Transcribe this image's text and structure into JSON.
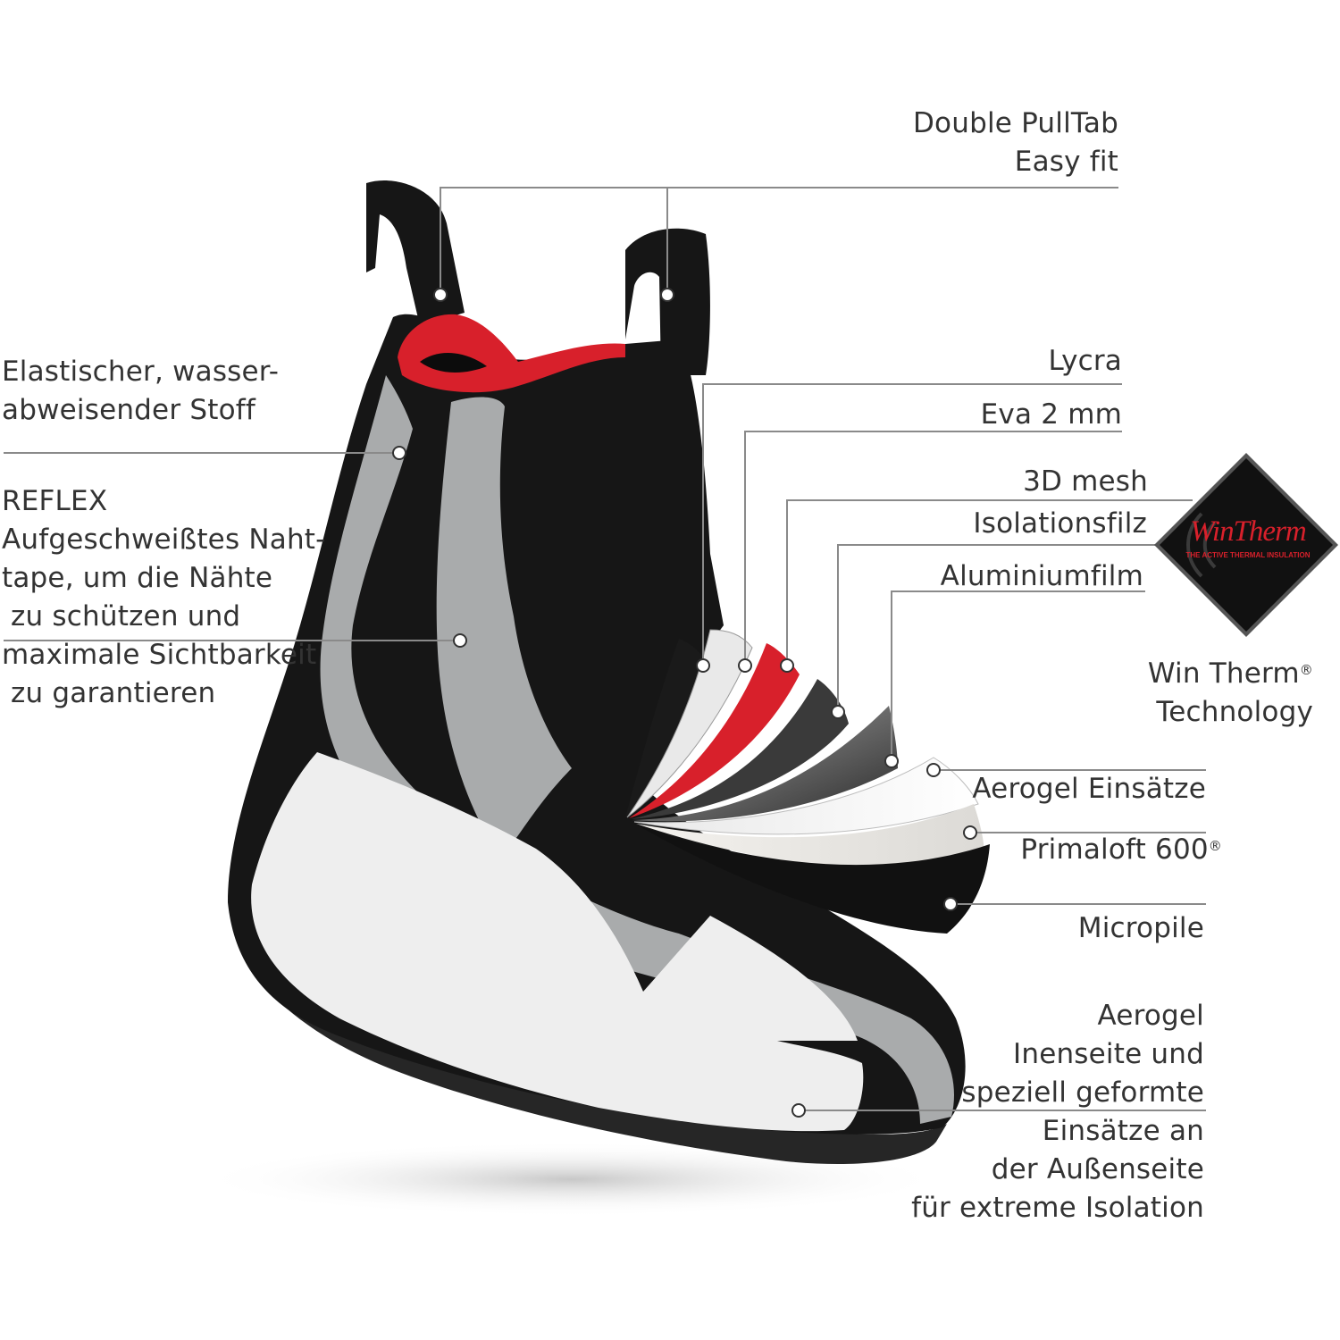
{
  "labels": {
    "pulltab": [
      "Double PullTab",
      "Easy fit"
    ],
    "elastic": [
      "Elastischer, wasser-",
      "abweisender Stoff"
    ],
    "reflex": [
      "REFLEX",
      "Aufgeschweißtes Naht-",
      "tape, um die Nähte",
      " zu schützen und",
      "maximale Sichtbarkeit",
      " zu garantieren"
    ],
    "lycra": "Lycra",
    "eva": "Eva 2 mm",
    "mesh": "3D mesh",
    "filz": "Isolationsfilz",
    "alu": "Aluminiumfilm",
    "wintherm": [
      "Win Therm",
      "Technology"
    ],
    "aerogel_einsaetze": "Aerogel Einsätze",
    "primaloft": "Primaloft 600",
    "micropile": "Micropile",
    "aerogel_inside": [
      "Aerogel",
      "Inenseite und",
      "speziell geformte",
      "Einsätze an",
      "der Außenseite",
      "für extreme Isolation"
    ]
  },
  "registered_mark": "®",
  "badge": {
    "logo": "WinTherm",
    "tagline": "THE ACTIVE THERMAL INSULATION"
  },
  "colors": {
    "liner_black": "#161616",
    "reflex_grey": "#a9abac",
    "lining_red": "#d8202b",
    "callout_line": "#8a8a8a",
    "text": "#333333"
  }
}
